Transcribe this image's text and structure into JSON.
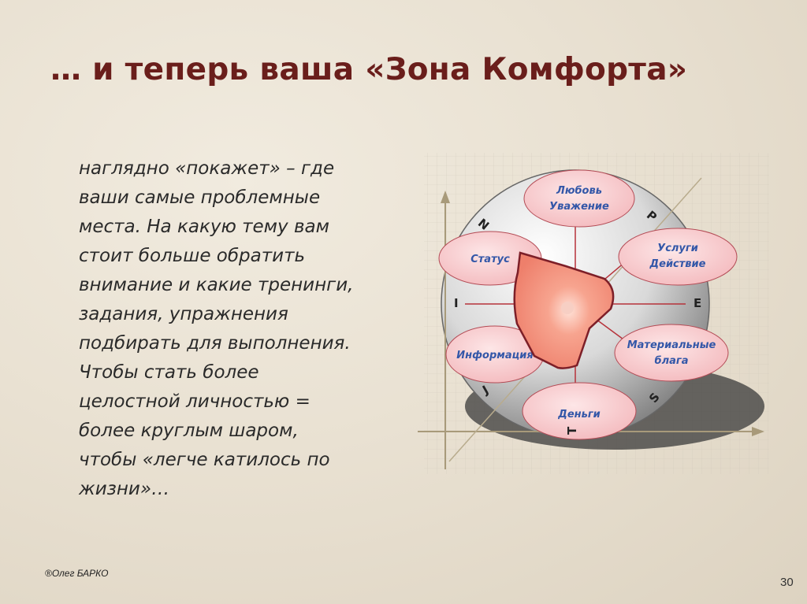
{
  "slide": {
    "title": "… и теперь ваша «Зона Комфорта»",
    "body_lines": [
      "наглядно «покажет» – где",
      "ваши самые проблемные",
      "места. На какую тему вам",
      "стоит больше обратить",
      "внимание и какие тренинги,",
      "задания, упражнения",
      "подбирать для выполнения.",
      "Чтобы стать более",
      "целостной личностью =",
      "более круглым шаром,",
      "чтобы «легче катилось по",
      "жизни»…"
    ],
    "footer": "®Олег БАРКО",
    "page_number": "30"
  },
  "diagram": {
    "zones": {
      "love_line1": "Любовь",
      "love_line2": "Уважение",
      "services_line1": "Услуги",
      "services_line2": "Действие",
      "material_line1": "Материальные",
      "material_line2": "блага",
      "money": "Деньги",
      "information": "Информация",
      "status": "Статус"
    },
    "axis_letters": {
      "n": "N",
      "p": "P",
      "e": "E",
      "s": "S",
      "t": "T",
      "j": "J",
      "i": "I"
    },
    "colors": {
      "title": "#6a1e1b",
      "zone_fill": "#f6c9cc",
      "zone_text": "#3357a8",
      "core_fill": "#f59a85",
      "spoke": "#b6323a"
    }
  }
}
